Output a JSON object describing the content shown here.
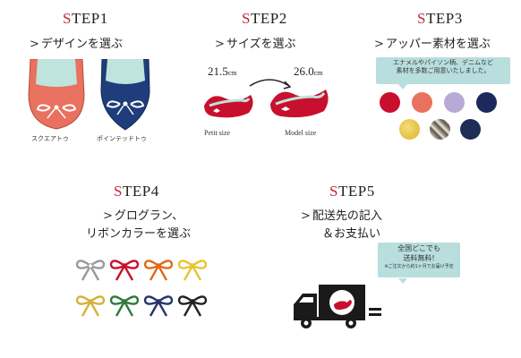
{
  "steps": [
    {
      "s": "S",
      "rest": "TEP1",
      "subtitle": "デザインを選ぶ",
      "options": [
        "スクエアトゥ",
        "ポインテッドトゥ"
      ]
    },
    {
      "s": "S",
      "rest": "TEP2",
      "subtitle": "サイズを選ぶ",
      "size_small": "21.5",
      "size_large": "26.0",
      "unit": "cm",
      "label_small": "Petit size",
      "label_large": "Model size"
    },
    {
      "s": "S",
      "rest": "TEP3",
      "subtitle": "アッパー素材を選ぶ",
      "bubble_line1": "エナメルやパイソン柄、デニムなど",
      "bubble_line2": "素材を多数ご用意いたしました。"
    },
    {
      "s": "S",
      "rest": "TEP4",
      "subtitle_line1": "グログラン、",
      "subtitle_line2": "リボンカラーを選ぶ"
    },
    {
      "s": "S",
      "rest": "TEP5",
      "subtitle_line1": "配送先の記入",
      "subtitle_line2": "＆お支払い",
      "bubble_line1": "全国どこでも",
      "bubble_line2": "送料無料!",
      "bubble_note": "※ご注文から約1ヶ月でお届け予定"
    }
  ],
  "colors": {
    "accent": "#c0263a",
    "coral": "#e8725f",
    "navy": "#1f3d7a",
    "red": "#c8102e",
    "mint": "#bfe3dd",
    "bubble": "#b8dede"
  },
  "materials": [
    "#c8102e",
    "#e8725f",
    "#b9a9d6",
    "#1b2a5a",
    "#e6c547",
    "#a8a29a",
    "#1e2d55"
  ],
  "ribbons": [
    "#ffffff",
    "#c8102e",
    "#e06a1a",
    "#e8c534",
    "#d4b23a",
    "#2f7a3a",
    "#24356e",
    "#222222"
  ]
}
